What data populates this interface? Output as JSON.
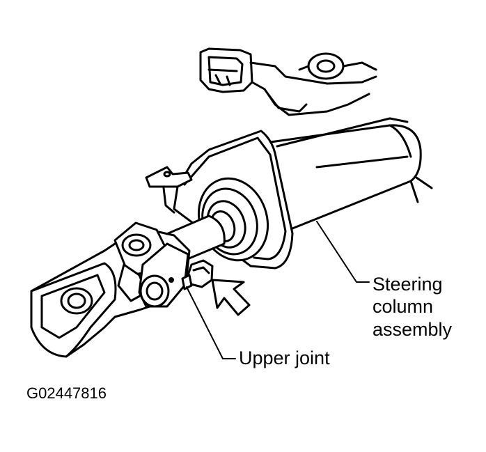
{
  "labels": {
    "steering_column": [
      "Steering",
      "column",
      "assembly"
    ],
    "upper_joint": "Upper joint",
    "figure_id": "G02447816"
  }
}
